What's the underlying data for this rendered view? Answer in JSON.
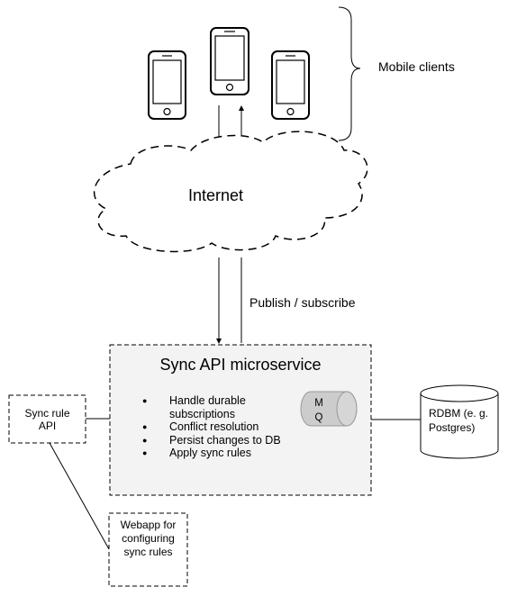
{
  "mobile_clients": {
    "label": "Mobile clients",
    "phone_count": 3
  },
  "internet": {
    "label": "Internet"
  },
  "connection": {
    "label": "Publish / subscribe"
  },
  "sync_service": {
    "title": "Sync API microservice",
    "bullets": [
      "Handle durable subscriptions",
      "Conflict resolution",
      "Persist changes to DB",
      "Apply sync rules"
    ],
    "queue_label_line1": "M",
    "queue_label_line2": "Q"
  },
  "sync_rule_api": {
    "label": "Sync rule API"
  },
  "database": {
    "label": "RDBM (e. g. Postgres)"
  },
  "webapp": {
    "label": "Webapp for configuring sync rules"
  },
  "colors": {
    "stroke": "#000000",
    "service_fill": "#f3f3f3",
    "queue_fill": "#cccccc",
    "cloud_fill": "#ffffff"
  }
}
